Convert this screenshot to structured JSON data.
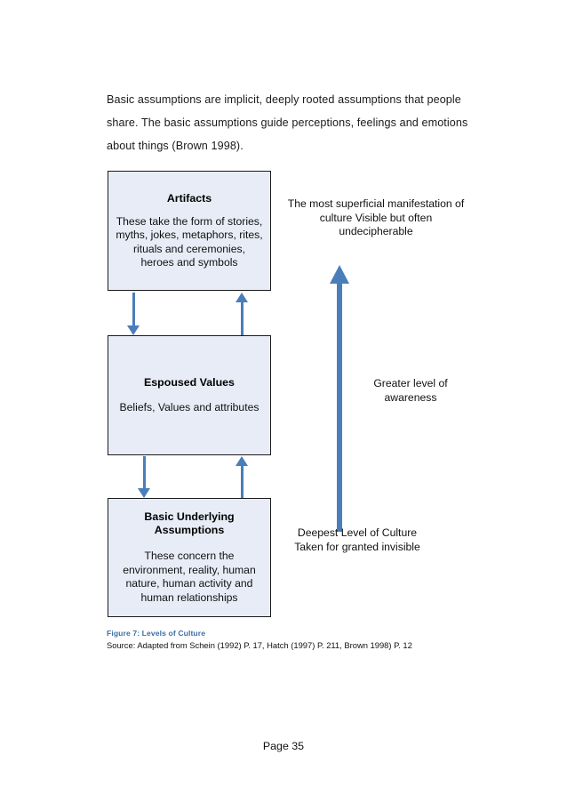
{
  "document": {
    "intro_paragraph": "Basic assumptions are implicit, deeply rooted assumptions that people share. The basic assumptions guide perceptions, feelings and emotions about things (Brown 1998).",
    "page_footer": "Page 35"
  },
  "figure": {
    "caption_title": "Figure 7: Levels of Culture",
    "caption_source": "Source: Adapted from Schein (1992) P. 17, Hatch (1997) P. 211, Brown 1998) P. 12",
    "caption_color": "#3f6ea5",
    "box_fill": "#e7ecf6",
    "box_border": "#1b1b1b",
    "arrow_color": "#4a7ebb",
    "levels": [
      {
        "title": "Artifacts",
        "body": "These take the form of stories, myths, jokes, metaphors, rites, rituals and ceremonies, heroes and symbols"
      },
      {
        "title": "Espoused Values",
        "body": "Beliefs, Values and attributes"
      },
      {
        "title": "Basic Underlying Assumptions",
        "body": "These concern the environment, reality, human nature, human activity and human relationships"
      }
    ],
    "annotations": {
      "top": "The most superficial manifestation of culture Visible but often undecipherable",
      "middle": "Greater level of awareness",
      "bottom": "Deepest Level of Culture Taken for granted invisible"
    }
  }
}
